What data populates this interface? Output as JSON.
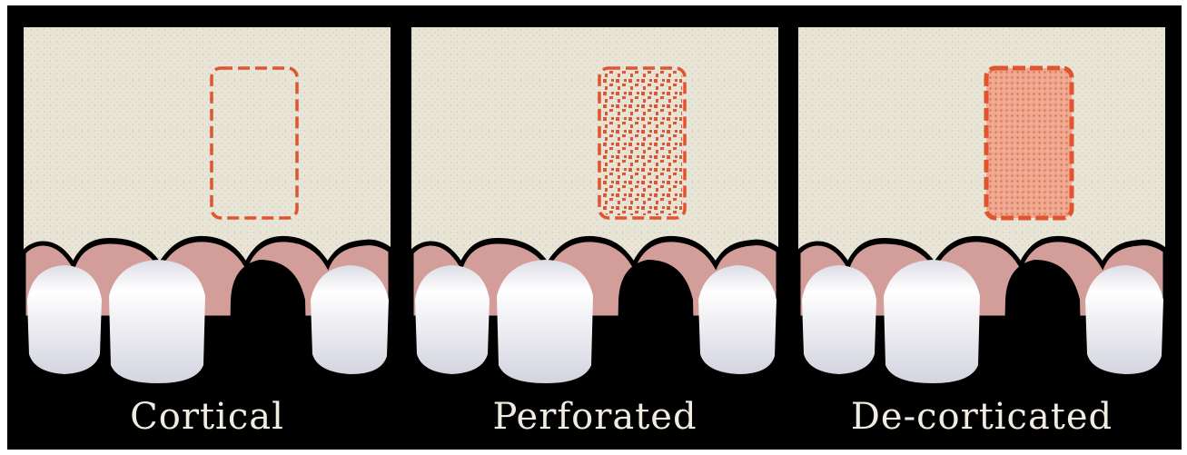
{
  "figure": {
    "panels": [
      {
        "id": "cortical",
        "caption": "Cortical",
        "site_style": "outline"
      },
      {
        "id": "perforated",
        "caption": "Perforated",
        "site_style": "dots"
      },
      {
        "id": "decorticated",
        "caption": "De-corticated",
        "site_style": "filled"
      }
    ]
  },
  "colors": {
    "background": "#000000",
    "bone": "#e8e4d6",
    "bone_speckle": "#cdc7b4",
    "gingiva": "#d39e9a",
    "tooth": "#f7f7fb",
    "tooth_shadow": "#c9c9d6",
    "site_marking": "#e0552f",
    "caption_text": "#f1ece2"
  }
}
